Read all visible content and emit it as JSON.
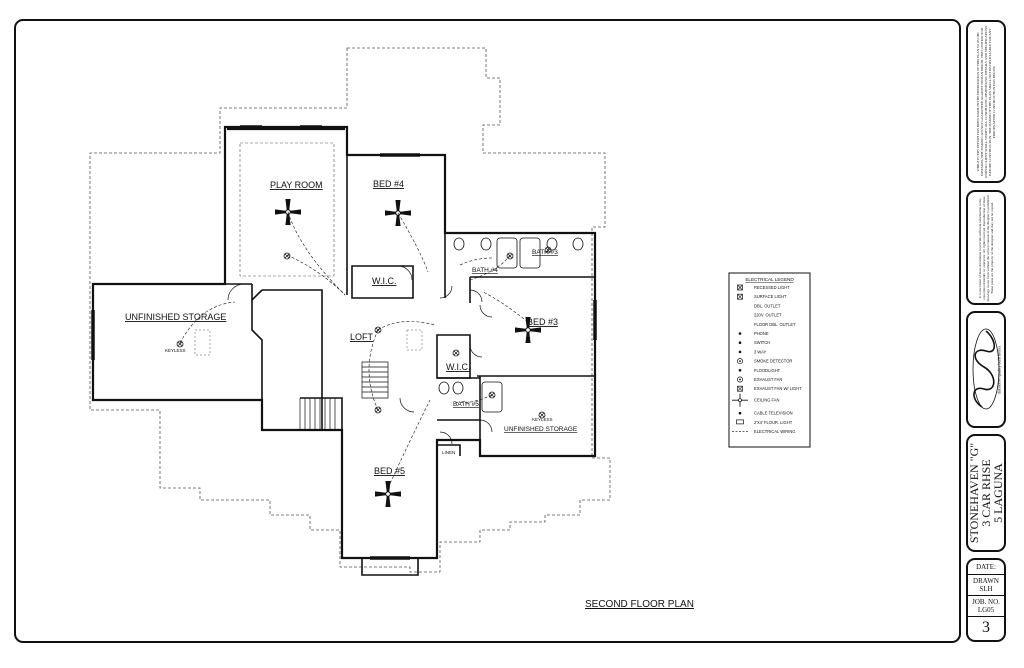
{
  "plan": {
    "title": "SECOND FLOOR PLAN",
    "rooms": {
      "play_room": "PLAY ROOM",
      "bed4": "BED #4",
      "wic1": "W.I.C.",
      "unfinished_storage_left": "UNFINISHED STORAGE",
      "keyless_left": "KEYLESS",
      "loft": "LOFT",
      "bath4": "BATH #4",
      "bed3": "BED #3",
      "wic2": "W.I.C.",
      "bath5": "BATH #5",
      "unfinished_storage_right": "UNFINISHED STORAGE",
      "keyless_right": "KEYLESS",
      "bed5": "BED #5",
      "linen": "LINEN",
      "bath3": "BATH #3"
    }
  },
  "legend": {
    "title": "ELECTRICAL LEGEND",
    "items": [
      {
        "symbol": "recessed-light",
        "label": "RECESSED LIGHT"
      },
      {
        "symbol": "surface-light",
        "label": "SURFACE LIGHT"
      },
      {
        "symbol": "dbl-outlet",
        "label": "DBL. OUTLET"
      },
      {
        "symbol": "220v-outlet",
        "label": "220V. OUTLET"
      },
      {
        "symbol": "floor-outlet",
        "label": "FLOOR DBL. OUTLET"
      },
      {
        "symbol": "phone",
        "label": "PHONE"
      },
      {
        "symbol": "switch",
        "label": "SWITCH"
      },
      {
        "symbol": "three-way",
        "label": "3 WAY"
      },
      {
        "symbol": "smoke-detector",
        "label": "SMOKE DETECTOR"
      },
      {
        "symbol": "floodlight",
        "label": "FLOODLIGHT"
      },
      {
        "symbol": "exhaust-fan",
        "label": "EXHAUST FAN"
      },
      {
        "symbol": "exhaust-fan-light",
        "label": "EXHAUST FAN W/ LIGHT"
      },
      {
        "symbol": "ceiling-fan",
        "label": "CEILING FAN"
      },
      {
        "symbol": "cable-tv",
        "label": "CABLE TELEVISION"
      },
      {
        "symbol": "fluor-light",
        "label": "2'X4' FLOUR. LIGHT"
      },
      {
        "symbol": "wiring",
        "label": "ELECTRICAL WIRING"
      }
    ]
  },
  "title_block": {
    "disclaimer": "WHILE EVERY EFFORT HAS BEEN MADE IN THE PREPARATION OF THIS PLAN TO AVOID MISTAKES, THE MAKER CAN NOT GUARANTEE AGAINST HUMAN ERROR. THE CONTRACTOR AND/OR CLIENT SHALL VERIFY ALL CONDITIONS, DIMENSIONS, DETAILS AND SPECIFICATIONS BEFORE CONSTRUCTION. THE MAKER OF THIS PLAN SHALL NOT BE HELD LIABLE FOR ANY ERRORS AFTER CONSTRUCTION HAS BEGUN.",
    "copyright": "It is the intent of these documents to provide sufficient information to the experienced builder or contractor. All rights reserved. Reproduction of these drawings in any form without the written consent of the designer is prohibited. These plans are the property of the designer and may not be copied.",
    "logo_tagline": "distinctive quality built homes",
    "project_line1": "STONEHAVEN \"G\"",
    "project_line2": "3 CAR RHSE",
    "project_line3": "5 LAGUNA",
    "date_label": "DATE:",
    "drawn_label": "DRAWN",
    "drawn_value": "SLH",
    "job_label": "JOB. NO.",
    "job_value": "LG05",
    "sheet_number": "3"
  },
  "colors": {
    "ink": "#111111",
    "paper": "#ffffff"
  }
}
